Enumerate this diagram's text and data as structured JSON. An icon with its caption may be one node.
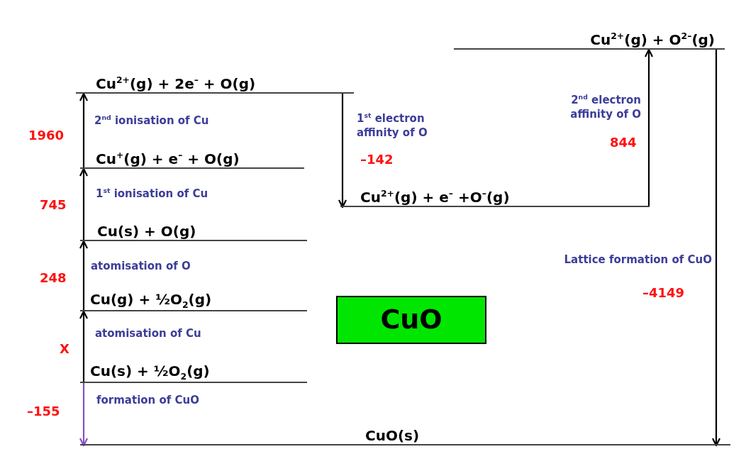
{
  "diagram": {
    "nodes": [
      {
        "text": [
          "Cu$^{2+}$(g) + O$^{2–}$(g)"
        ]
      },
      {
        "text": [
          "Cu$^{2+}$(g) + 2e$^{–}$ + O(g)"
        ]
      },
      {
        "text": [
          "Cu$^{+}$(g) + e$^{–}$ + O(g)"
        ]
      },
      {
        "text": [
          "Cu$^{2+}$(g) + e$^{–}$ +O$^{–}$(g)"
        ]
      },
      {
        "text": [
          "Cu(s) + O(g)"
        ]
      },
      {
        "text": [
          "Cu(g) + ½O$_{2}$(g)"
        ]
      },
      {
        "text": [
          "CuO"
        ]
      },
      {
        "text": [
          "Cu(s) + ½O$_{2}$(g)"
        ]
      },
      {
        "text": [
          "CuO(s)"
        ]
      }
    ],
    "edges": [
      {
        "from": 7,
        "to": 5,
        "arrow": "to",
        "label": "atomisation of Cu"
      },
      {
        "from": 5,
        "to": 4,
        "arrow": "to",
        "label": "atomisation of O"
      },
      {
        "from": 4,
        "to": 2,
        "arrow": "to",
        "label": "1$^{st}$ ionisation of Cu"
      },
      {
        "from": 2,
        "to": 1,
        "arrow": "to",
        "label": "2$^{nd}$ ionisation of Cu"
      },
      {
        "from": 1,
        "to": 3,
        "arrow": "to",
        "label": "1$^{st}$ electron affinity of O"
      },
      {
        "from": 3,
        "to": 0,
        "arrow": "to",
        "label": "2$^{nd}$ electron affinity of O"
      },
      {
        "from": 0,
        "to": 8,
        "arrow": "to",
        "label": "Lattice formation of CuO"
      },
      {
        "from": 7,
        "to": 8,
        "arrow": "to",
        "label": "formation of CuO",
        "color": "#8a4fc0"
      }
    ],
    "labels": [
      "1960",
      "844",
      "–142",
      "745",
      "248",
      "–4149",
      "X",
      "–155"
    ]
  }
}
